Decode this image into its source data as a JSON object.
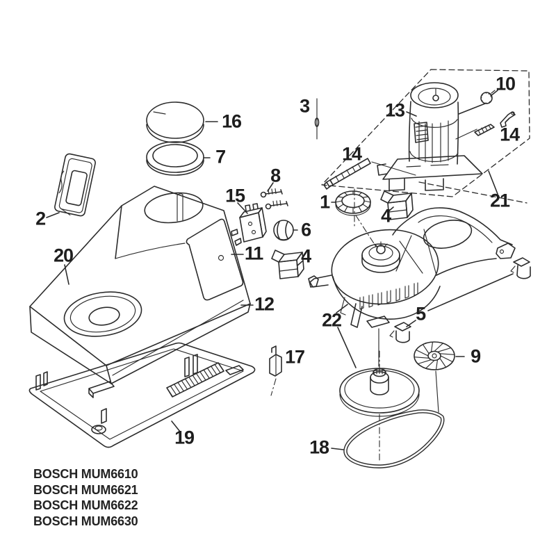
{
  "diagram": {
    "background_color": "#ffffff",
    "line_color": "#2b2b2b",
    "callouts": [
      {
        "text": "16"
      },
      {
        "text": "7"
      },
      {
        "text": "2"
      },
      {
        "text": "20"
      },
      {
        "text": "11"
      },
      {
        "text": "12"
      },
      {
        "text": "15"
      },
      {
        "text": "8"
      },
      {
        "text": "6"
      },
      {
        "text": "4"
      },
      {
        "text": "4"
      },
      {
        "text": "3"
      },
      {
        "text": "13"
      },
      {
        "text": "10"
      },
      {
        "text": "14"
      },
      {
        "text": "14"
      },
      {
        "text": "21"
      },
      {
        "text": "1"
      },
      {
        "text": "22"
      },
      {
        "text": "5"
      },
      {
        "text": "9"
      },
      {
        "text": "17"
      },
      {
        "text": "19"
      },
      {
        "text": "18"
      }
    ],
    "model_list": [
      "BOSCH MUM6610",
      "BOSCH MUM6621",
      "BOSCH MUM6622",
      "BOSCH MUM6630"
    ]
  }
}
